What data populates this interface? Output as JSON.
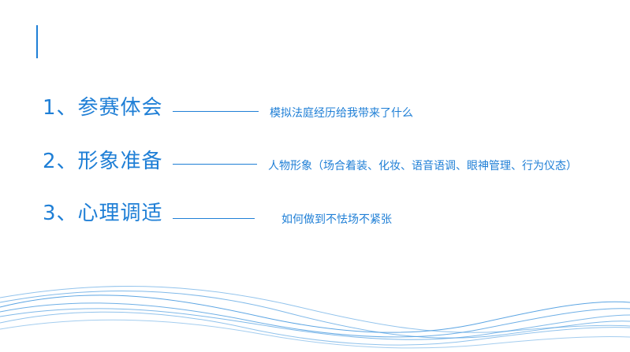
{
  "slide": {
    "accent_color": "#1f7fd6",
    "items": [
      {
        "title": "1、参赛体会",
        "description": "模拟法庭经历给我带来了什么"
      },
      {
        "title": "2、形象准备",
        "description": "人物形象（场合着装、化妆、语音语调、眼神管理、行为仪态）"
      },
      {
        "title": "3、心理调适",
        "description": "如何做到不怯场不紧张"
      }
    ]
  }
}
